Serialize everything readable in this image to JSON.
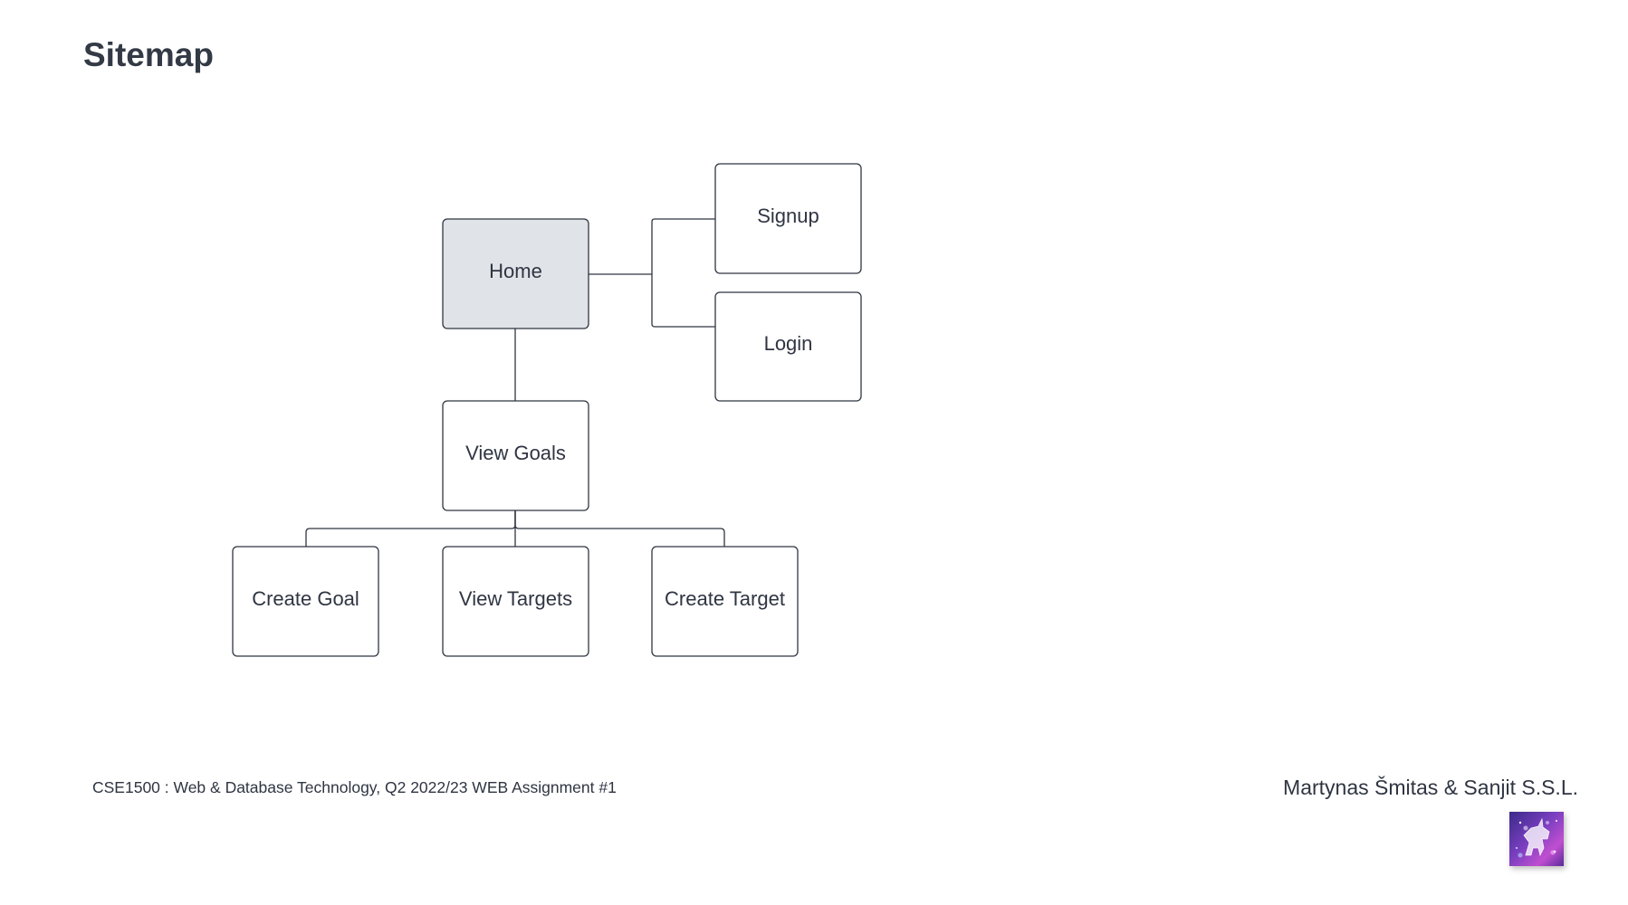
{
  "page": {
    "title": "Sitemap"
  },
  "diagram": {
    "nodes": {
      "home": "Home",
      "signup": "Signup",
      "login": "Login",
      "view_goals": "View Goals",
      "create_goal": "Create Goal",
      "view_targets": "View Targets",
      "create_target": "Create Target"
    },
    "colors": {
      "home_fill": "#e0e3e7",
      "node_fill": "#ffffff",
      "stroke": "#2f3542"
    }
  },
  "footer": {
    "course": "CSE1500 : Web & Database Technology, Q2 2022/23 WEB Assignment #1",
    "authors": "Martynas Šmitas & Sanjit S.S.L."
  },
  "logo": {
    "icon": "unicorn-logo-icon"
  }
}
